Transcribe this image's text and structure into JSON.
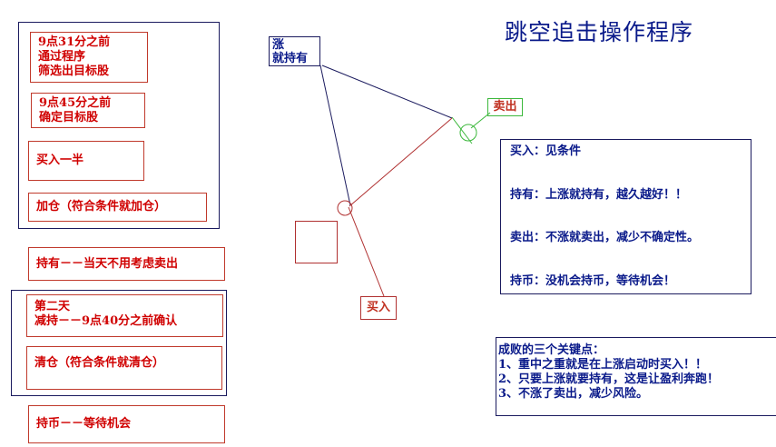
{
  "title": "跳空追击操作程序",
  "steps": {
    "s1": [
      "9点31分之前",
      "通过程序",
      "筛选出目标股"
    ],
    "s2": [
      "9点45分之前",
      "确定目标股"
    ],
    "s3": "买入一半",
    "s4": "加仓（符合条件就加仓）",
    "s5": "持有－－当天不用考虑卖出",
    "s6": [
      "第二天",
      "减持－－9点40分之前确认"
    ],
    "s7": "清仓（符合条件就清仓）",
    "s8": "持币－－等待机会"
  },
  "diagram": {
    "hold": [
      "涨",
      "就持有"
    ],
    "sell": "卖出",
    "buy": "买入"
  },
  "rules": [
    "买入：见条件",
    "持有：上涨就持有，越久越好！！",
    "卖出：不涨就卖出，减少不确定性。",
    "持币：没机会持币，等待机会！"
  ],
  "keys": [
    "成败的三个关键点：",
    "1、重中之重就是在上涨启动时买入！！",
    "2、只要上涨就要持有，这是让盈利奔跑！",
    "3、不涨了卖出，减少风险。"
  ]
}
